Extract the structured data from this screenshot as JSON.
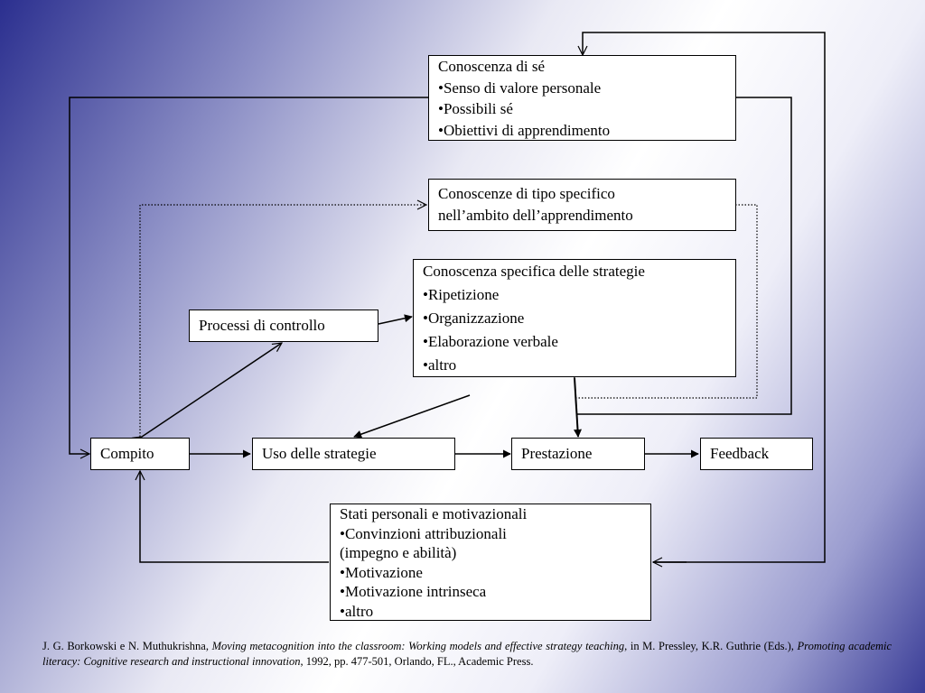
{
  "nodes": {
    "self_knowledge": {
      "title": "Conoscenza di sé",
      "items": [
        "•Senso di valore personale",
        "•Possibili sé",
        "•Obiettivi di apprendimento"
      ]
    },
    "specific_knowledge": {
      "lines": [
        "Conoscenze di tipo specifico",
        "nell’ambito dell’apprendimento"
      ]
    },
    "strategy_knowledge": {
      "title": "Conoscenza specifica delle strategie",
      "items": [
        "•Ripetizione",
        "•Organizzazione",
        "•Elaborazione verbale",
        "•altro"
      ]
    },
    "control_processes": {
      "label": "Processi di controllo"
    },
    "task": {
      "label": "Compito"
    },
    "strategy_use": {
      "label": "Uso delle strategie"
    },
    "performance": {
      "label": "Prestazione"
    },
    "feedback": {
      "label": "Feedback"
    },
    "personal_states": {
      "title": "Stati personali e motivazionali",
      "items": [
        "•Convinzioni attribuzionali",
        "(impegno e abilità)",
        "•Motivazione",
        "•Motivazione intrinseca",
        "•altro"
      ]
    }
  },
  "citation": {
    "authors": "J. G. Borkowski e N. Muthukrishna,",
    "chapter_title": "Moving metacognition into the classroom: Working models and effective strategy teaching",
    "editors": ", in M. Pressley, K.R. Guthrie (Eds.),",
    "book_title": "Promoting academic literacy: Cognitive research and instructional innovation",
    "details": ", 1992, pp. 477-501, Orlando, FL., Academic Press."
  }
}
